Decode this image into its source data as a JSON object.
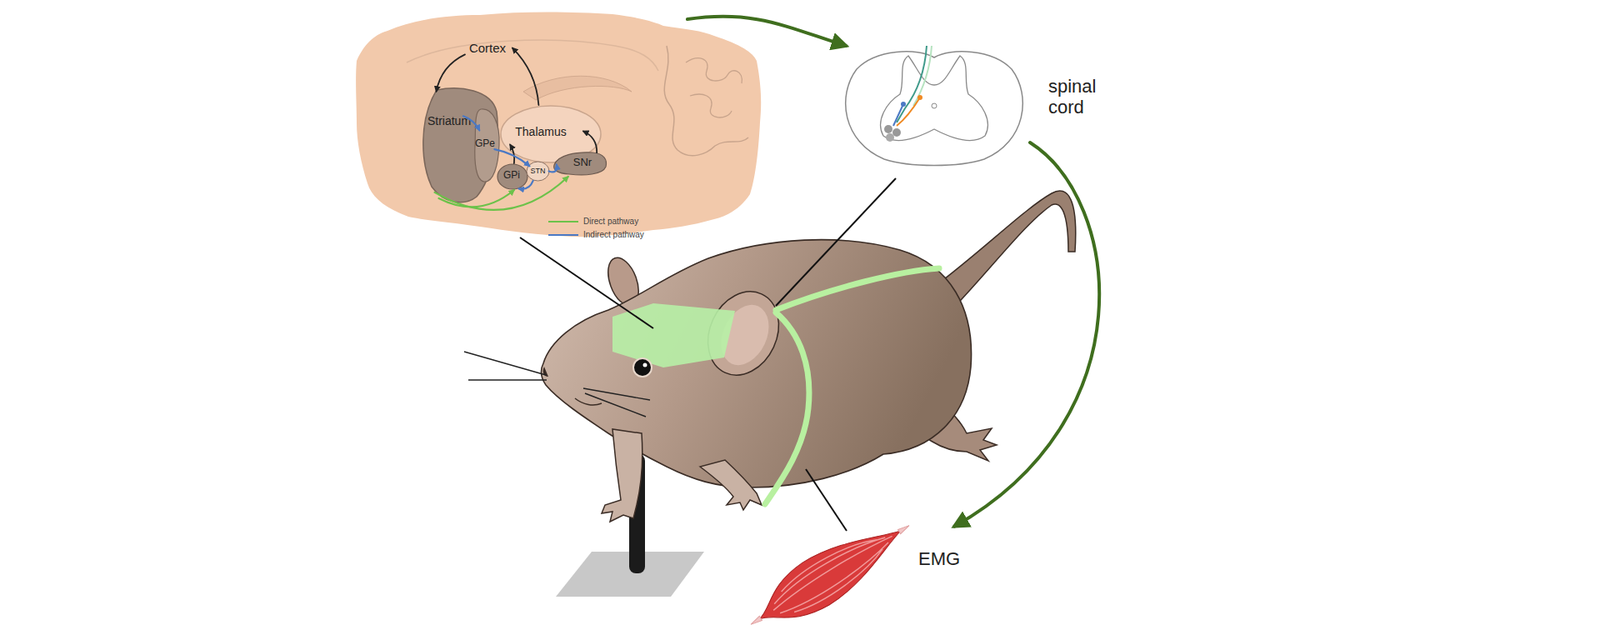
{
  "diagram": {
    "nodes": [
      {
        "text": [
          "Cortex"
        ]
      },
      {
        "text": [
          "Striatum"
        ],
        "in": 0
      },
      {
        "text": [
          "GPe"
        ],
        "in": 0
      },
      {
        "text": [
          "Thalamus"
        ],
        "in": 0
      },
      {
        "text": [
          "GPi"
        ],
        "in": 0
      },
      {
        "text": [
          "STN"
        ],
        "in": 0
      },
      {
        "text": [
          "SNr"
        ],
        "in": 0
      },
      {
        "text": [
          "spinal cord"
        ]
      },
      {
        "text": [
          "EMG"
        ]
      }
    ],
    "edges": [
      {
        "from": 0,
        "to": 1,
        "arrow": "to"
      },
      {
        "from": 3,
        "to": 0,
        "arrow": "to"
      },
      {
        "from": 4,
        "to": 3,
        "arrow": "to"
      },
      {
        "from": 6,
        "to": 3,
        "arrow": "to"
      },
      {
        "from": 1,
        "to": 2,
        "arrow": "to"
      },
      {
        "from": 2,
        "to": 5,
        "arrow": "to"
      },
      {
        "from": 5,
        "to": 4,
        "arrow": "to"
      },
      {
        "from": 5,
        "to": 6,
        "arrow": "to"
      },
      {
        "from": 1,
        "to": 4,
        "arrow": "to"
      },
      {
        "from": 1,
        "to": 6,
        "arrow": "to"
      },
      {
        "from": 0,
        "to": 7,
        "arrow": "to"
      },
      {
        "from": 7,
        "to": 8,
        "arrow": "to"
      }
    ],
    "legend": [
      {
        "text": "Direct pathway"
      },
      {
        "text": "Indirect pathway"
      }
    ]
  }
}
